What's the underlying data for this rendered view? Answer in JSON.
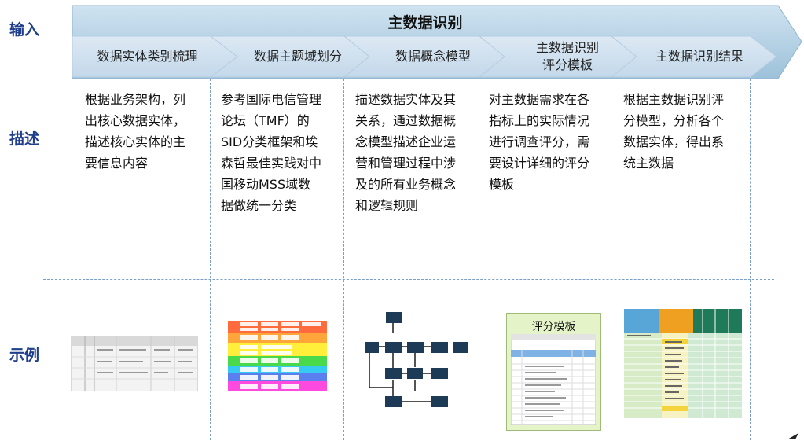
{
  "labels": {
    "input": "输入",
    "describe": "描述",
    "example": "示例"
  },
  "main_title": "主数据识别",
  "stages": [
    {
      "label": "数据实体类别梳理"
    },
    {
      "label": "数据主题域划分"
    },
    {
      "label": "数据概念模型"
    },
    {
      "label": "主数据识别\n评分模板"
    },
    {
      "label": "主数据识别结果"
    }
  ],
  "descriptions": [
    {
      "text": "根据业务架构，列\n出核心数据实体，\n描述核心实体的主\n要信息内容"
    },
    {
      "text": "参考国际电信管理\n论坛（TMF）的\nSID分类框架和埃\n森哲最佳实践对中\n国移动MSS域数\n据做统一分类"
    },
    {
      "text": "描述数据实体及其\n关系，通过数据概\n念模型描述企业运\n营和管理过程中涉\n及的所有业务概念\n和逻辑规则"
    },
    {
      "text": "对主数据需求在各\n指标上的实际情况\n进行调查评分，需\n要设计详细的评分\n模板"
    },
    {
      "text": "根据主数据识别评\n分模型，分析各个\n数据实体，得出系\n统主数据"
    }
  ],
  "examples": {
    "template_title": "评分模板"
  },
  "colors": {
    "banner_top": "#c4dbeb",
    "banner_bottom": "#a3c6de",
    "stage_fill": "#d6e6f2",
    "label": "#1f3e8c",
    "dash": "#7a9ec9",
    "template_bg": "#e4f3c8"
  }
}
